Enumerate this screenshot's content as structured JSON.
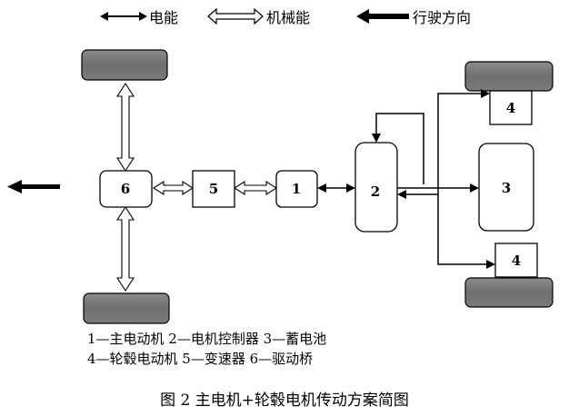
{
  "legend": {
    "electric": "电能",
    "mechanical": "机械能",
    "direction": "行驶方向"
  },
  "blocks": {
    "b1": "1",
    "b2": "2",
    "b3": "3",
    "b4_top": "4",
    "b4_bottom": "4",
    "b5": "5",
    "b6": "6"
  },
  "caption": {
    "line1": "1—主电动机   2—电机控制器   3—蓄电池",
    "line2": "4—轮毂电动机   5—变速器   6—驱动桥"
  },
  "figure_title": "图 2   主电机+轮毂电机传动方案简图"
}
